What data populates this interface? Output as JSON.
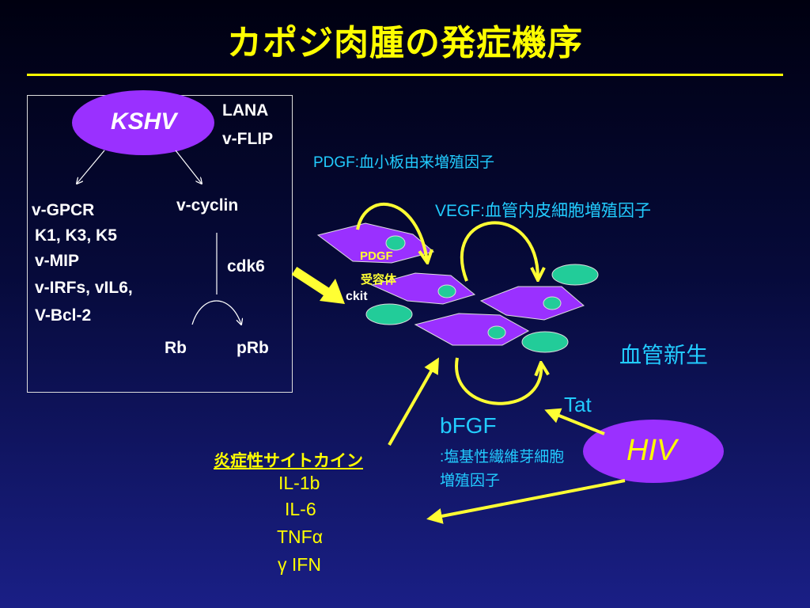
{
  "title": "カポジ肉腫の発症機序",
  "kshv": {
    "name": "KSHV",
    "latent_genes": [
      "LANA",
      "v-FLIP"
    ],
    "left_branch": [
      "v-GPCR",
      "K1, K3, K5",
      "v-MIP",
      "v-IRFs, vIL6,",
      "V-Bcl-2"
    ],
    "right_branch": "v-cyclin",
    "kinase": "cdk6",
    "substrate": "Rb",
    "product": "pRb"
  },
  "factors": {
    "pdgf": "PDGF:血小板由来増殖因子",
    "vegf": "VEGF:血管内皮細胞増殖因子",
    "pdgf_receptor_line1": "PDGF",
    "pdgf_receptor_line2": "受容体",
    "ckit": "ckit",
    "angiogenesis": "血管新生",
    "tat": "Tat",
    "bfgf": "bFGF",
    "bfgf_desc_line1": ":塩基性繊維芽細胞",
    "bfgf_desc_line2": "増殖因子"
  },
  "hiv": {
    "name": "HIV"
  },
  "cytokines": {
    "heading": "炎症性サイトカイン",
    "items": [
      "IL-1b",
      "IL-6",
      "TNFα",
      "γ IFN"
    ]
  },
  "colors": {
    "title": "#ffff00",
    "cell_fill": "#9a30ff",
    "nucleus_fill": "#22cc99",
    "arrow": "#ffff33",
    "cyan_text": "#22ccff",
    "virus_fill": "#9a30ff"
  }
}
